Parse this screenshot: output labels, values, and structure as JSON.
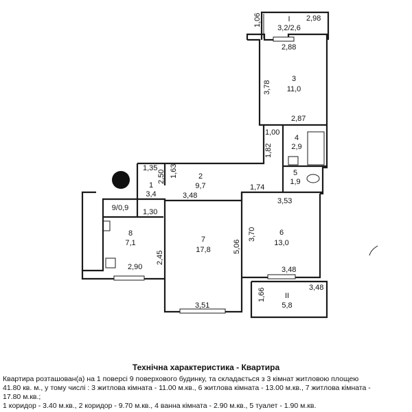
{
  "rooms": [
    {
      "id": "I",
      "area": "3,2/2,6"
    },
    {
      "id": "3",
      "area": "11,0"
    },
    {
      "id": "4",
      "area": "2,9"
    },
    {
      "id": "5",
      "area": "1,9"
    },
    {
      "id": "2",
      "area": "9,7"
    },
    {
      "id": "1",
      "area": "3,4"
    },
    {
      "id": "9/0,9"
    },
    {
      "id": "8",
      "area": "7,1"
    },
    {
      "id": "7",
      "area": "17,8"
    },
    {
      "id": "6",
      "area": "13,0"
    },
    {
      "id": "II",
      "area": "5,8"
    }
  ],
  "dimensions": [
    "1,06",
    "2,98",
    "2,88",
    "3,78",
    "2,87",
    "1,00",
    "1,82",
    "1,35",
    "2,50",
    "1,63",
    "1,74",
    "3,53",
    "3,48",
    "1,30",
    "3,70",
    "5,06",
    "2,45",
    "2,90",
    "3,48",
    "3,48",
    "1,66",
    "3,51"
  ],
  "description": {
    "title": "Технічна характеристика - Квартира",
    "lines": [
      "Квартира розташован(а) на 1 поверсі 9 поверхового будинку, та складається з 3 кімнат житловою площею",
      "41.80 кв. м., у тому числі : 3 житлова кімната - 11.00 м.кв., 6 житлова кімната - 13.00 м.кв., 7 житлова кімната -",
      "17.80 м.кв.;",
      "1 коридор - 3.40 м.кв., 2 коридор - 9.70 м.кв., 4 ванна кімната - 2.90 м.кв., 5 туалет - 1.90 м.кв."
    ]
  }
}
